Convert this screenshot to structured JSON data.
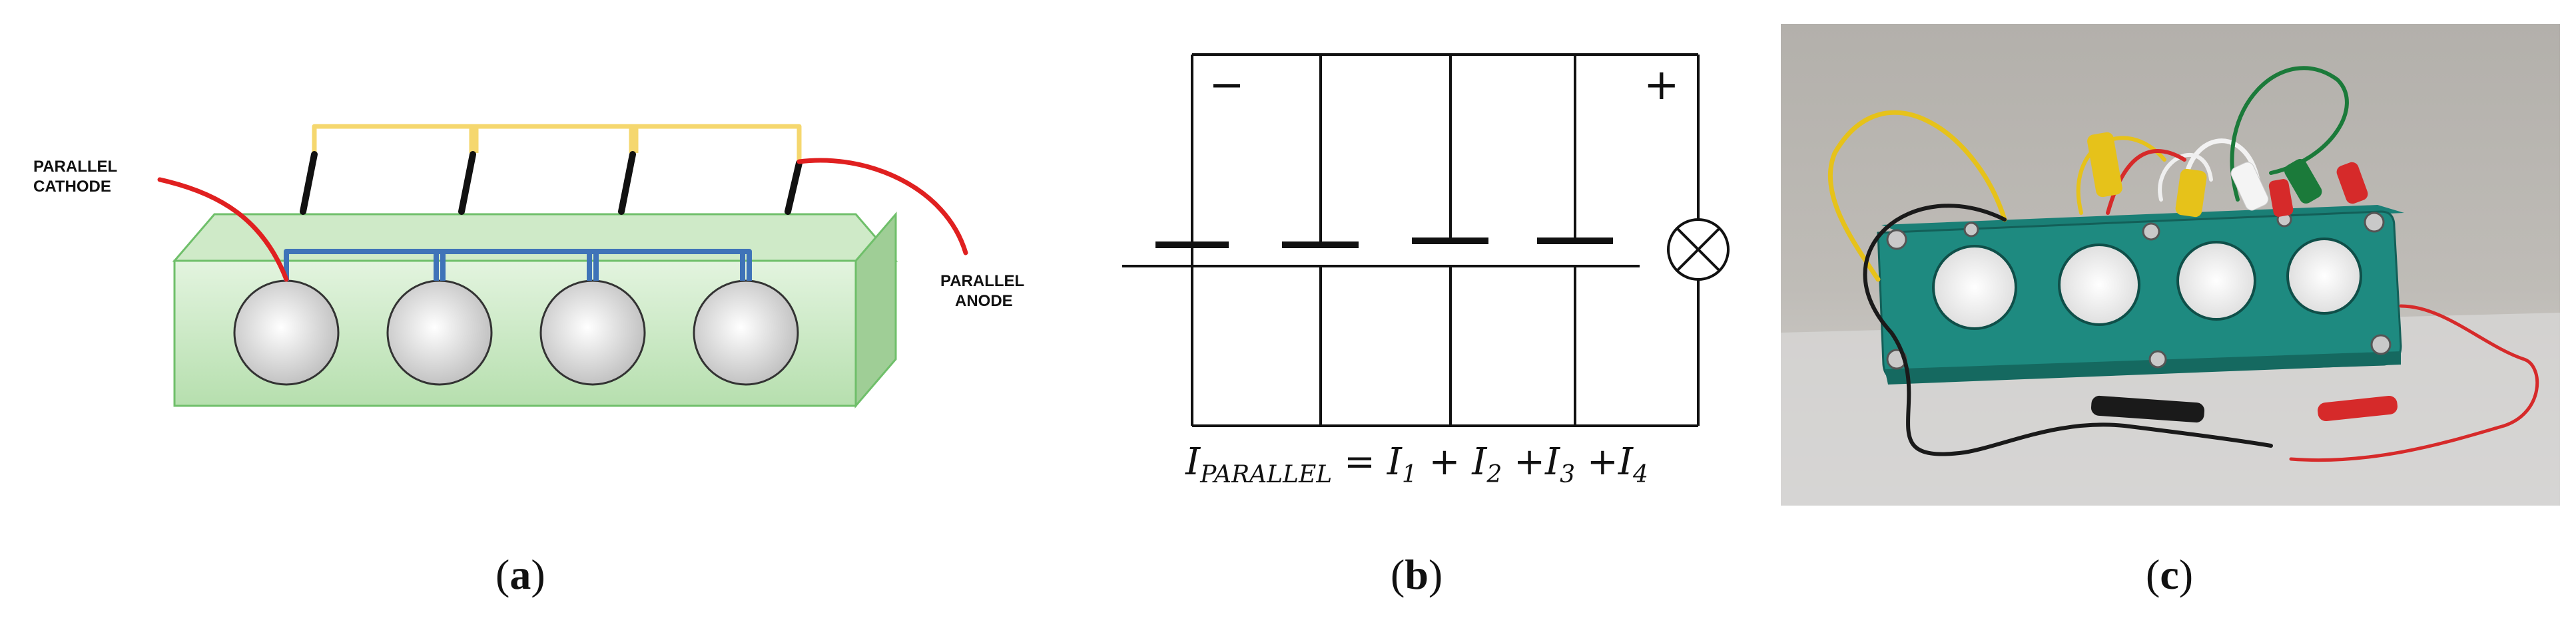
{
  "panel_a": {
    "cathode_line1": "PARALLEL",
    "cathode_line2": "CATHODE",
    "anode_line1": "PARALLEL",
    "anode_line2": "ANODE",
    "caption_open": "(",
    "caption_letter": "a",
    "caption_close": ")",
    "colors": {
      "box_face": "#bfe3b8",
      "box_edge": "#6fbf6a",
      "cell": "#e6e6e6",
      "blue_wire": "#3f73b8",
      "yellow_wire": "#f5d76e",
      "red_wire": "#e02020",
      "terminal": "#111111"
    }
  },
  "panel_b": {
    "minus_sign": "−",
    "plus_sign": "+",
    "formula": {
      "lhs_symbol": "I",
      "lhs_subscript": "PARALLEL",
      "equals": "=",
      "term1": "I",
      "sub1": "1",
      "plus1": "+",
      "term2": "I",
      "sub2": "2",
      "plus2": "+",
      "term3": "I",
      "sub3": "3",
      "plus3": "+",
      "term4": "I",
      "sub4": "4"
    },
    "caption_open": "(",
    "caption_letter": "b",
    "caption_close": ")"
  },
  "panel_c": {
    "caption_open": "(",
    "caption_letter": "c",
    "caption_close": ")",
    "colors": {
      "background": "#b9b6b1",
      "table": "#d9d8d6",
      "housing": "#1e8a80",
      "housing_dark": "#156960"
    }
  }
}
